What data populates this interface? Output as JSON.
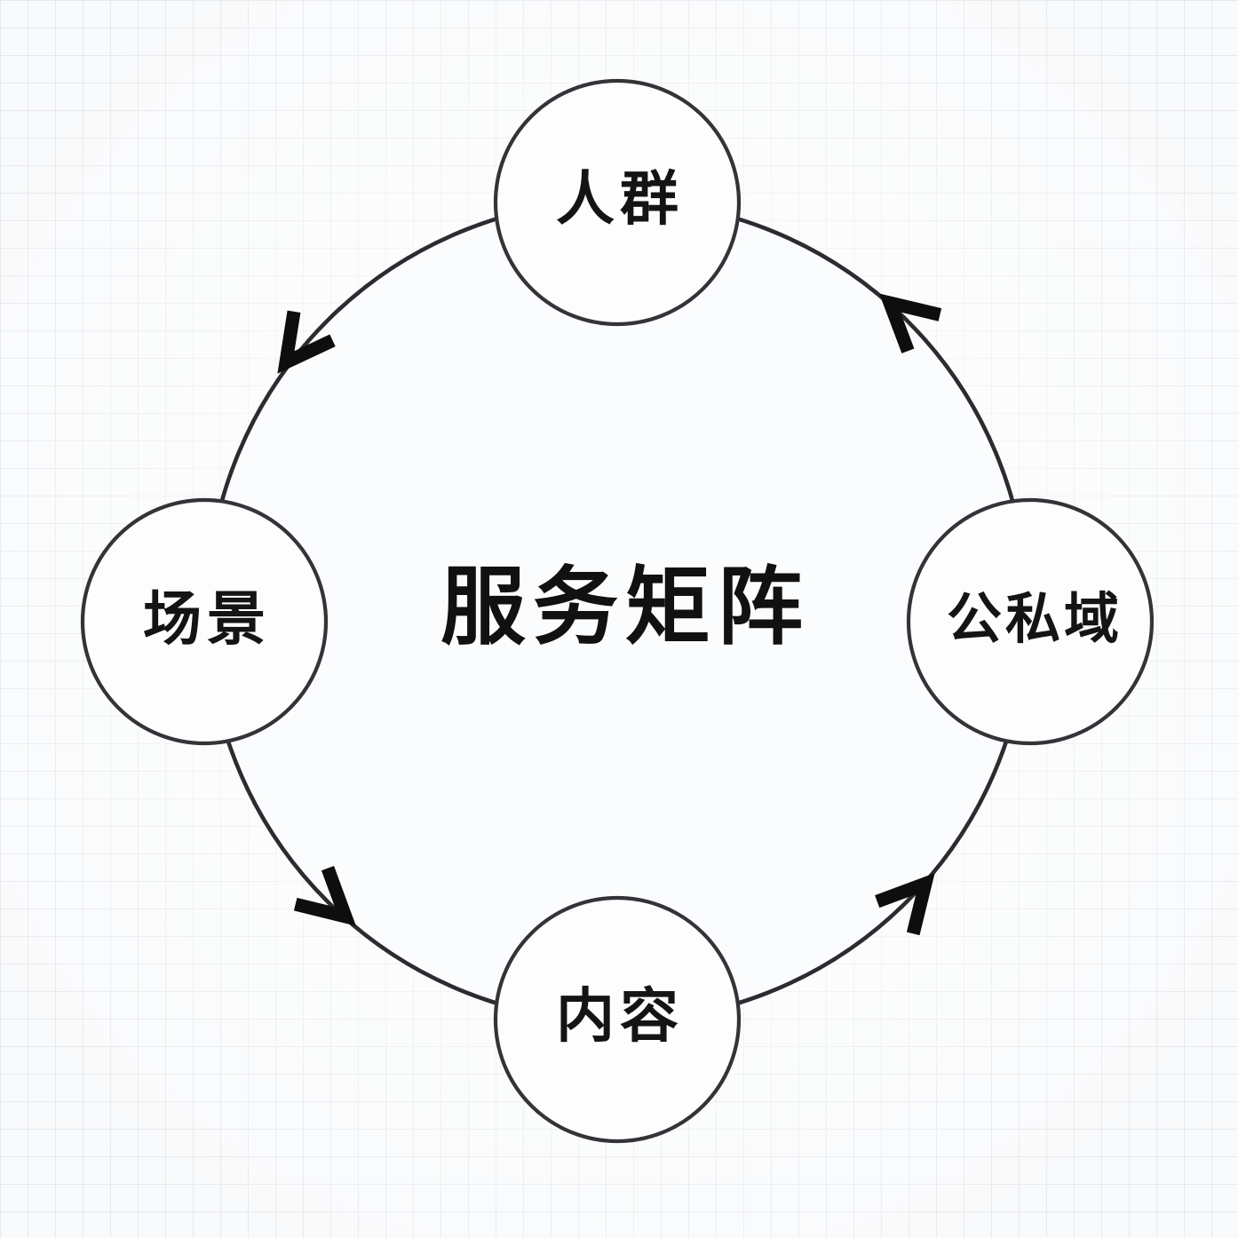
{
  "diagram": {
    "title": "服务矩阵",
    "nodes": [
      {
        "id": "top",
        "label": "人群"
      },
      {
        "id": "left",
        "label": "场景"
      },
      {
        "id": "bottom",
        "label": "内容"
      },
      {
        "id": "right",
        "label": "公私域"
      }
    ],
    "edges": [
      {
        "from": "人群",
        "to": "场景"
      },
      {
        "from": "场景",
        "to": "内容"
      },
      {
        "from": "内容",
        "to": "公私域"
      },
      {
        "from": "公私域",
        "to": "人群"
      }
    ],
    "flow_direction": "counterclockwise",
    "colors": {
      "ring_stroke": "#2c2c30",
      "node_stroke": "#333338",
      "node_fill": "#fdfdfe",
      "text": "#141414",
      "arrow": "#0e0e0e",
      "grid_line": "#dadde4",
      "background": "#f9fafb"
    }
  }
}
